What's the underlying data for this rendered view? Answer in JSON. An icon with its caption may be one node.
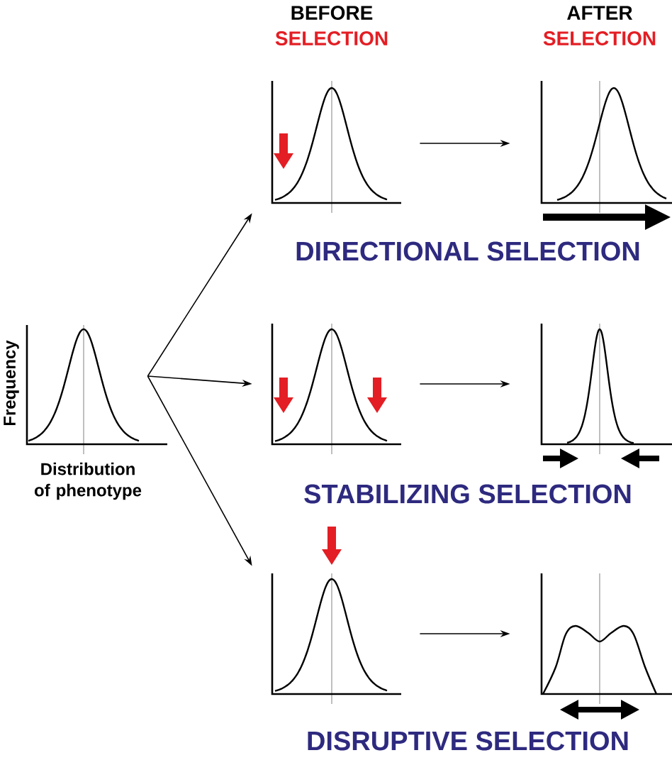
{
  "diagram": {
    "nodes": [
      {
        "text": [
          "Frequency",
          "Distribution of phenotype"
        ]
      },
      {
        "text": [],
        "shape": "graph"
      },
      {
        "text": [],
        "shape": "graph"
      },
      {
        "text": [],
        "shape": "graph"
      },
      {
        "text": [],
        "shape": "graph"
      },
      {
        "text": [],
        "shape": "graph"
      },
      {
        "text": [],
        "shape": "graph"
      }
    ],
    "edges": [
      {
        "from": 0,
        "to": 1,
        "arrow": "to"
      },
      {
        "from": 0,
        "to": 3,
        "arrow": "to"
      },
      {
        "from": 0,
        "to": 5,
        "arrow": "to"
      },
      {
        "from": 1,
        "to": 2,
        "arrow": "to"
      },
      {
        "from": 3,
        "to": 4,
        "arrow": "to"
      },
      {
        "from": 5,
        "to": 6,
        "arrow": "to"
      }
    ],
    "labels": [
      "BEFORE",
      "SELECTION",
      "AFTER",
      "SELECTION",
      "DIRECTIONAL SELECTION",
      "STABILIZING SELECTION",
      "DISRUPTIVE SELECTION"
    ]
  }
}
